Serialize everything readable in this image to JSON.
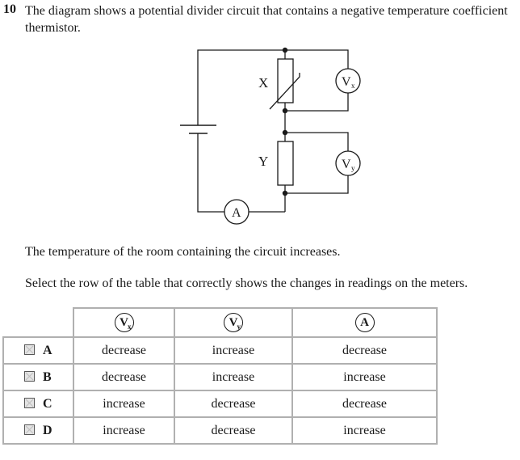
{
  "question": {
    "number": "10",
    "text": "The diagram shows a potential divider circuit that contains a negative temperature coefficient thermistor."
  },
  "circuit": {
    "labels": {
      "thermistor": "X",
      "resistor": "Y",
      "voltmeter_x": "V",
      "voltmeter_x_sub": "x",
      "voltmeter_y": "V",
      "voltmeter_y_sub": "y",
      "ammeter": "A"
    }
  },
  "statement": "The temperature of the room containing the circuit increases.",
  "instruction": "Select the row of the table that correctly shows the changes in readings on the meters.",
  "table": {
    "headers": [
      {
        "symbol": "V",
        "sub": "x"
      },
      {
        "symbol": "V",
        "sub": "y"
      },
      {
        "symbol": "A",
        "sub": ""
      }
    ],
    "rows": [
      {
        "option": "A",
        "vx": "decrease",
        "vy": "increase",
        "a": "decrease"
      },
      {
        "option": "B",
        "vx": "decrease",
        "vy": "increase",
        "a": "increase"
      },
      {
        "option": "C",
        "vx": "increase",
        "vy": "decrease",
        "a": "decrease"
      },
      {
        "option": "D",
        "vx": "increase",
        "vy": "decrease",
        "a": "increase"
      }
    ]
  }
}
